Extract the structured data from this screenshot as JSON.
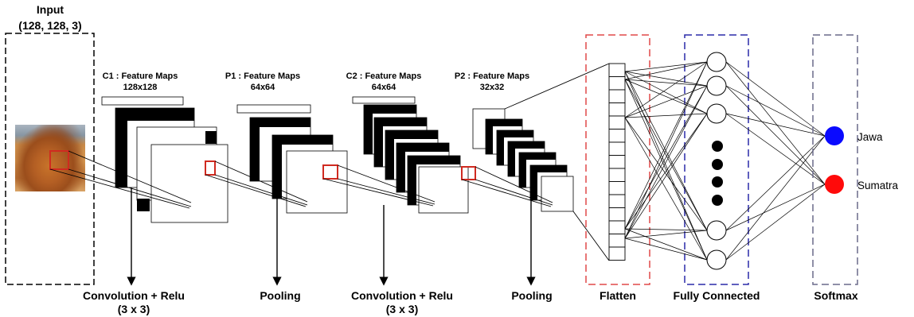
{
  "input": {
    "title": "Input",
    "shape": "(128, 128, 3)"
  },
  "layers": {
    "c1": {
      "title": "C1 : Feature Maps",
      "size": "128x128"
    },
    "p1": {
      "title": "P1 : Feature Maps",
      "size": "64x64"
    },
    "c2": {
      "title": "C2 : Feature Maps",
      "size": "64x64"
    },
    "p2": {
      "title": "P2 : Feature Maps",
      "size": "32x32"
    }
  },
  "operations": {
    "conv1": {
      "label": "Convolution + Relu",
      "kernel": "(3 x 3)"
    },
    "pool1": {
      "label": "Pooling"
    },
    "conv2": {
      "label": "Convolution + Relu",
      "kernel": "(3 x 3)"
    },
    "pool2": {
      "label": "Pooling"
    }
  },
  "stages": {
    "flatten": "Flatten",
    "fully_connected": "Fully Connected",
    "softmax": "Softmax"
  },
  "outputs": [
    {
      "label": "Jawa",
      "color": "#0a0aff"
    },
    {
      "label": "Sumatra",
      "color": "#ff0a0a"
    }
  ],
  "colors": {
    "flatten_border": "#e04848",
    "fc_border": "#2a2aa8",
    "softmax_border": "#6a6a8a",
    "kernel_box": "#c0302a"
  }
}
